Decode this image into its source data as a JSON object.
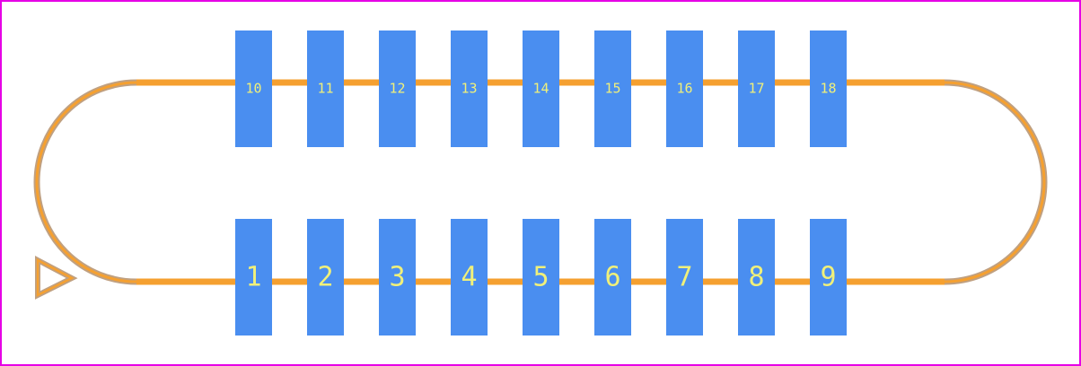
{
  "colors": {
    "background": "#ffffff",
    "frame": "#e600e6",
    "silkscreen": "#f5a030",
    "silkscreen_outline": "#c0a080",
    "pad": "#4a8ef0",
    "pad_label": "#f0f07a"
  },
  "icons": {
    "pin1_marker": "triangle-pin1-icon"
  },
  "top_row": {
    "pads": [
      "10",
      "11",
      "12",
      "13",
      "14",
      "15",
      "16",
      "17",
      "18"
    ]
  },
  "bottom_row": {
    "pads": [
      "1",
      "2",
      "3",
      "4",
      "5",
      "6",
      "7",
      "8",
      "9"
    ]
  }
}
